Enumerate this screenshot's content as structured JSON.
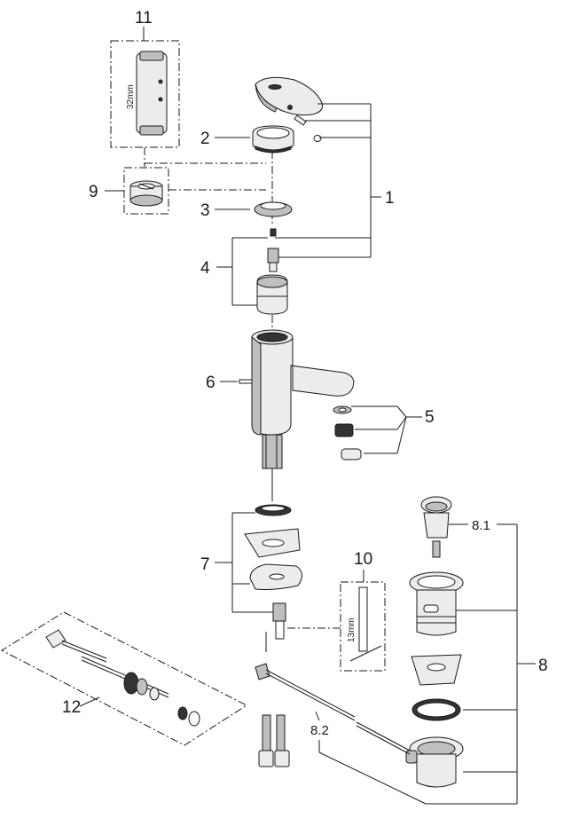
{
  "labels": {
    "p1": "1",
    "p2": "2",
    "p3": "3",
    "p4": "4",
    "p5": "5",
    "p6": "6",
    "p7": "7",
    "p8": "8",
    "p8_1": "8.1",
    "p8_2": "8.2",
    "p9": "9",
    "p10": "10",
    "p11": "11",
    "p12": "12"
  },
  "dimensions": {
    "tool_11": "32mm",
    "tool_10": "13mm"
  }
}
